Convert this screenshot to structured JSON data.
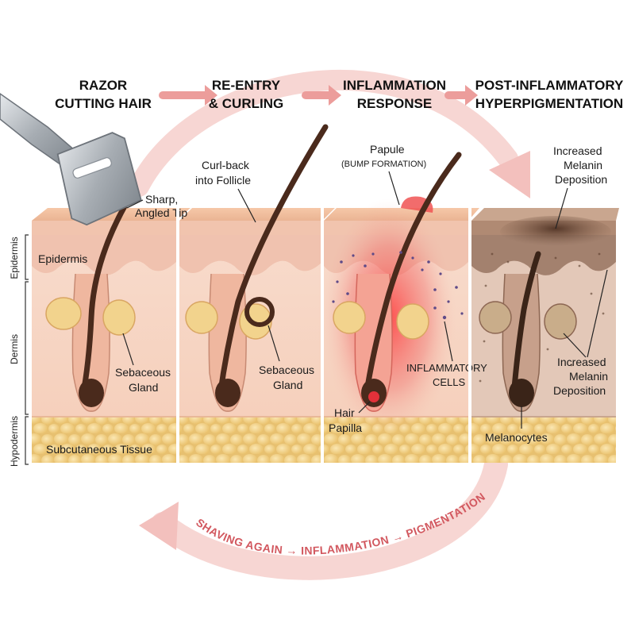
{
  "steps": [
    {
      "line1": "RAZOR",
      "line2": "CUTTING HAIR"
    },
    {
      "line1": "RE-ENTRY",
      "line2": "& CURLING"
    },
    {
      "line1": "INFLAMMATION",
      "line2": "RESPONSE"
    },
    {
      "line1": "POST-INFLAMMATORY",
      "line2": "HYPERPIGMENTATION"
    }
  ],
  "layers": {
    "epidermis": "Epidermis",
    "dermis": "Dermis",
    "hypodermis": "Hypodermis"
  },
  "labels": {
    "sharp_tip_1": "Sharp,",
    "sharp_tip_2": "Angled Tip",
    "epidermis": "Epidermis",
    "sebaceous_1a": "Sebaceous",
    "sebaceous_1b": "Gland",
    "subcutaneous": "Subcutaneous Tissue",
    "curl_1": "Curl-back",
    "curl_2": "into Follicle",
    "sebaceous_2a": "Sebaceous",
    "sebaceous_2b": "Gland",
    "papule": "Papule",
    "bump": "(BUMP FORMATION)",
    "inflam_cells_1": "INFLAMMATORY",
    "inflam_cells_2": "CELLS",
    "hair_papilla_1": "Hair",
    "hair_papilla_2": "Papilla",
    "melanin_top_1": "Increased",
    "melanin_top_2": "Melanin",
    "melanin_top_3": "Deposition",
    "melanin_side_1": "Increased",
    "melanin_side_2": "Melanin",
    "melanin_side_3": "Deposition",
    "melanocytes": "Melanocytes"
  },
  "cycle": {
    "text": "SHAVING AGAIN → INFLAMMATION → PIGMENTATION"
  },
  "colors": {
    "arrow": "#e8a9ab",
    "skin": "#f6d3c2",
    "epidermis": "#eec0ae",
    "fat": "#f3d590",
    "hair": "#4a2a1c",
    "inflam": "#e2313a",
    "pigment": "#6b4a38"
  }
}
